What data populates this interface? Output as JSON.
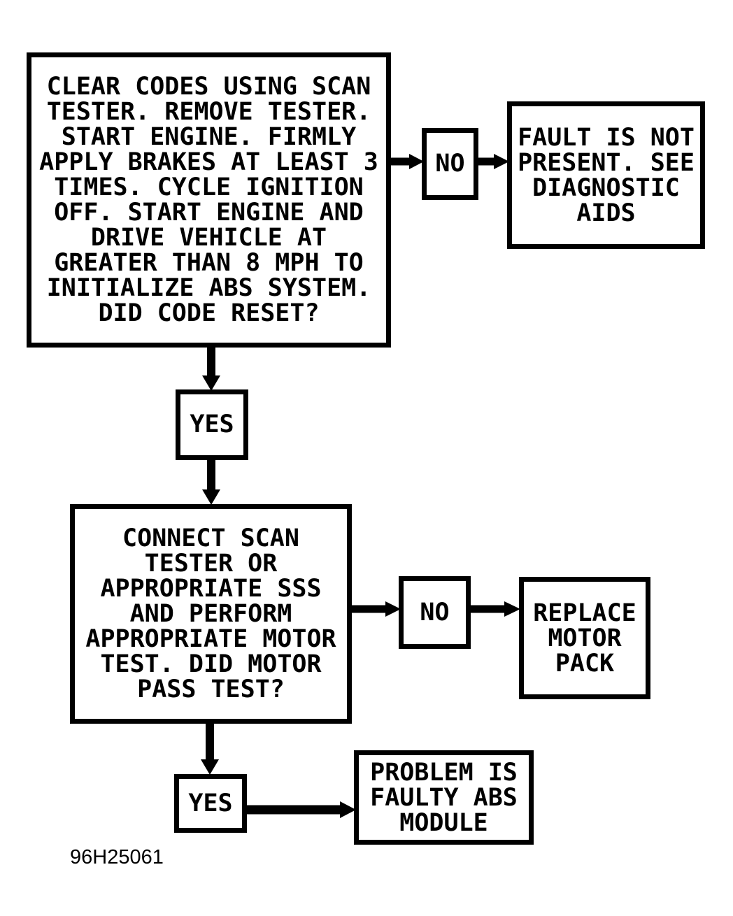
{
  "colors": {
    "ink": "#000000",
    "paper": "#ffffff"
  },
  "figure": {
    "code": "96H25061"
  },
  "nodes": {
    "step1": {
      "text": "CLEAR CODES USING SCAN\nTESTER. REMOVE TESTER.\nSTART ENGINE. FIRMLY\nAPPLY BRAKES AT LEAST 3\nTIMES. CYCLE IGNITION\nOFF. START ENGINE AND\nDRIVE VEHICLE AT\nGREATER THAN 8 MPH TO\nINITIALIZE ABS SYSTEM.\nDID CODE RESET?"
    },
    "no1": {
      "label": "NO"
    },
    "fault": {
      "text": "FAULT IS NOT\nPRESENT. SEE\nDIAGNOSTIC\nAIDS"
    },
    "yes1": {
      "label": "YES"
    },
    "step2": {
      "text": "CONNECT SCAN\nTESTER OR\nAPPROPRIATE SSS\nAND PERFORM\nAPPROPRIATE MOTOR\nTEST. DID MOTOR\nPASS TEST?"
    },
    "no2": {
      "label": "NO"
    },
    "replace": {
      "text": "REPLACE\nMOTOR\nPACK"
    },
    "yes2": {
      "label": "YES"
    },
    "problem": {
      "text": "PROBLEM IS\nFAULTY ABS\nMODULE"
    }
  }
}
